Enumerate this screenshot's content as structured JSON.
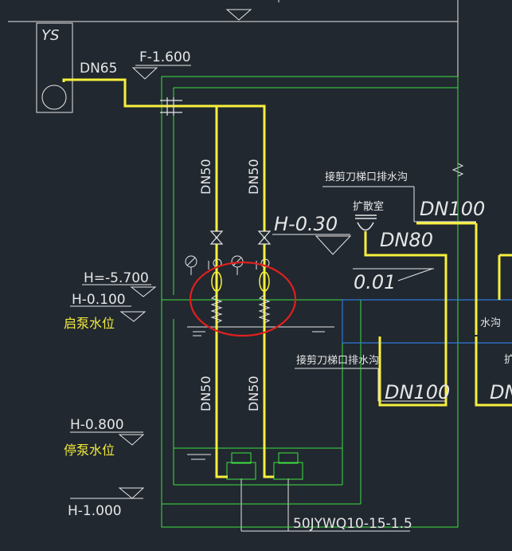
{
  "labels": {
    "ys": "YS",
    "pipe_dn65": "DN65",
    "elev_f": "F-1.600",
    "pipe_dn50_a": "DN50",
    "pipe_dn50_b": "DN50",
    "pipe_dn50_c": "DN50",
    "pipe_dn50_d": "DN50",
    "elev_h_neg_5700": "H=-5.700",
    "elev_h_0100": "H-0.100",
    "start_pump_level": "启泵水位",
    "elev_h_0800": "H-0.800",
    "stop_pump_level": "停泵水位",
    "elev_h_1000": "H-1.000",
    "pump_model": "50JYWQ10-15-1.5",
    "connect_trench_top": "接剪刀梯口排水沟",
    "diffuser_room": "扩散室",
    "elev_h_030": "H-0.30",
    "pipe_dn100_top": "DN100",
    "pipe_dn80": "DN80",
    "slope": "0.01",
    "trench": "水沟",
    "connect_trench_mid": "接剪刀梯口排水沟",
    "pipe_dn100_bottom": "DN100",
    "pipe_dn_right": "DN",
    "cut_right": "扩"
  },
  "colors": {
    "background": "#212830",
    "pipe": "#f7f03c",
    "green": "#3fe03f",
    "white": "#e6e6e6",
    "blue": "#2f78d8",
    "highlight": "#e0201e"
  }
}
